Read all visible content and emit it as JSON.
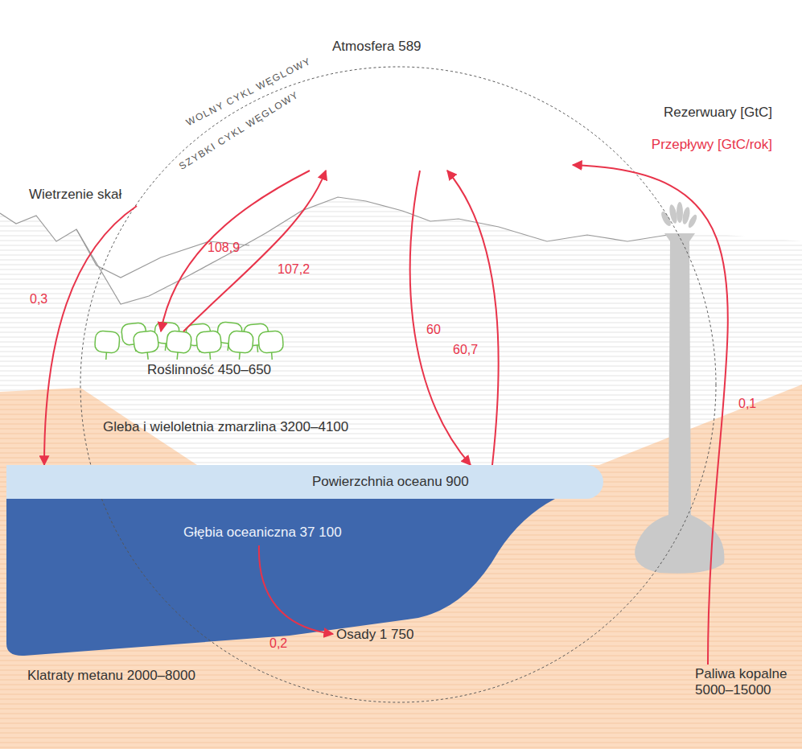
{
  "diagram": {
    "nodes": [
      {
        "text": [
          "Atmosfera 589"
        ]
      },
      {
        "text": [
          "Wietrzenie skał"
        ]
      },
      {
        "text": [
          "Roślinność 450–650"
        ]
      },
      {
        "text": [
          "Gleba i wieloletnia zmarzlina 3200–4100"
        ]
      },
      {
        "text": [
          "Powierzchnia oceanu 900"
        ]
      },
      {
        "text": [
          "Głębia oceaniczna 37 100"
        ]
      },
      {
        "text": [
          "Osady 1 750"
        ]
      },
      {
        "text": [
          "Klatraty metanu 2000–8000"
        ]
      },
      {
        "text": [
          "Paliwa kopalne 5000–15000"
        ]
      }
    ],
    "edges": [
      {
        "from": 0,
        "to": 2,
        "arrow": "to",
        "label": "108,9"
      },
      {
        "from": 2,
        "to": 0,
        "arrow": "to",
        "label": "107,2"
      },
      {
        "from": 0,
        "to": 4,
        "arrow": "to",
        "label": "60"
      },
      {
        "from": 4,
        "to": 0,
        "arrow": "to",
        "label": "60,7"
      },
      {
        "from": 1,
        "to": 4,
        "arrow": "to",
        "label": "0,3"
      },
      {
        "from": 5,
        "to": 6,
        "arrow": "to",
        "label": "0,2"
      },
      {
        "from": 8,
        "to": 0,
        "arrow": "to",
        "label": "0,1"
      }
    ],
    "labels": [
      "WOLNY CYKL WĘGLOWY",
      "SZYBKI CYKL WĘGLOWY",
      "Rezerwuary [GtC]",
      "Przepływy [GtC/rok]"
    ]
  }
}
